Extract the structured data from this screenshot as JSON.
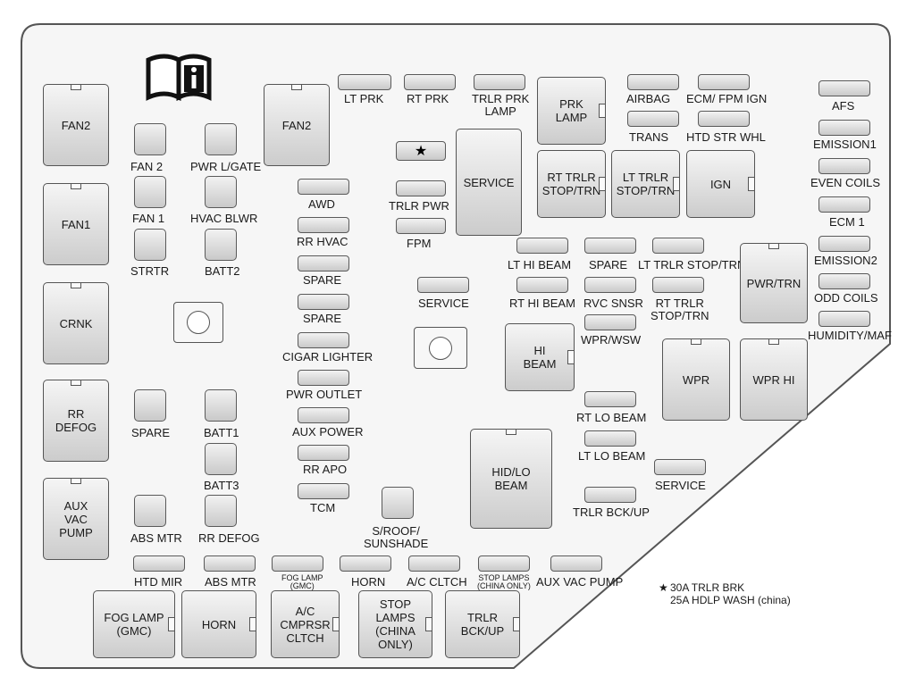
{
  "fuses_mini": [
    {
      "label": "LT PRK"
    },
    {
      "label": "RT PRK"
    },
    {
      "label": "TRLR PRK\nLAMP"
    },
    {
      "label": "AIRBAG"
    },
    {
      "label": "ECM/ FPM IGN"
    },
    {
      "label": "TRANS"
    },
    {
      "label": "HTD STR WHL"
    },
    {
      "label": "AFS"
    },
    {
      "label": "EMISSION1"
    },
    {
      "label": "EVEN COILS"
    },
    {
      "label": "ECM 1"
    },
    {
      "label": "EMISSION2"
    },
    {
      "label": "ODD COILS"
    },
    {
      "label": "HUMIDITY/MAF"
    },
    {
      "label": "AWD"
    },
    {
      "label": "RR HVAC"
    },
    {
      "label": "SPARE"
    },
    {
      "label": "SPARE"
    },
    {
      "label": "CIGAR LIGHTER"
    },
    {
      "label": "PWR OUTLET"
    },
    {
      "label": "AUX POWER"
    },
    {
      "label": "RR APO"
    },
    {
      "label": "TCM"
    },
    {
      "label": "TRLR PWR"
    },
    {
      "label": "FPM"
    },
    {
      "label": "SERVICE"
    },
    {
      "label": "LT HI BEAM"
    },
    {
      "label": "SPARE"
    },
    {
      "label": "LT TRLR STOP/TRN"
    },
    {
      "label": "RT HI BEAM"
    },
    {
      "label": "RVC SNSR"
    },
    {
      "label": "RT TRLR\nSTOP/TRN"
    },
    {
      "label": "WPR/WSW"
    },
    {
      "label": "RT LO BEAM"
    },
    {
      "label": "LT LO BEAM"
    },
    {
      "label": "SERVICE"
    },
    {
      "label": "TRLR BCK/UP"
    },
    {
      "label": "HTD MIR"
    },
    {
      "label": "ABS MTR"
    },
    {
      "label": "FOG LAMP\n(GMC)"
    },
    {
      "label": "HORN"
    },
    {
      "label": "A/C CLTCH"
    },
    {
      "label": "STOP LAMPS\n(CHINA ONLY)"
    },
    {
      "label": "AUX VAC PUMP"
    }
  ],
  "fuses_square": [
    {
      "label": "FAN 2"
    },
    {
      "label": "PWR L/GATE"
    },
    {
      "label": "FAN 1"
    },
    {
      "label": "HVAC BLWR"
    },
    {
      "label": "STRTR"
    },
    {
      "label": "BATT2"
    },
    {
      "label": "SPARE"
    },
    {
      "label": "BATT1"
    },
    {
      "label": "BATT3"
    },
    {
      "label": "ABS MTR"
    },
    {
      "label": "RR DEFOG"
    },
    {
      "label": "S/ROOF/\nSUNSHADE"
    }
  ],
  "relays": [
    {
      "label": "FAN2"
    },
    {
      "label": "FAN1"
    },
    {
      "label": "CRNK"
    },
    {
      "label": "RR\nDEFOG"
    },
    {
      "label": "AUX\nVAC\nPUMP"
    },
    {
      "label": "FAN2"
    },
    {
      "label": "PRK\nLAMP"
    },
    {
      "label": "SERVICE"
    },
    {
      "label": "RT TRLR\nSTOP/TRN"
    },
    {
      "label": "LT TRLR\nSTOP/TRN"
    },
    {
      "label": "IGN"
    },
    {
      "label": "PWR/TRN"
    },
    {
      "label": "HI\nBEAM"
    },
    {
      "label": "WPR"
    },
    {
      "label": "WPR HI"
    },
    {
      "label": "HID/LO\nBEAM"
    },
    {
      "label": "FOG LAMP\n(GMC)"
    },
    {
      "label": "HORN"
    },
    {
      "label": "A/C\nCMPRSR\nCLTCH"
    },
    {
      "label": "STOP\nLAMPS\n(CHINA\nONLY)"
    },
    {
      "label": "TRLR\nBCK/UP"
    }
  ],
  "star_symbol": "★",
  "legend": {
    "star": "★",
    "line1": "30A TRLR BRK",
    "line2": "25A HDLP WASH (china)"
  },
  "icons": [
    "manual-info-icon",
    "mounting-bolt-icon"
  ],
  "colors": {
    "outline": "#4a4a4a",
    "fill": "#d6d6d6"
  }
}
